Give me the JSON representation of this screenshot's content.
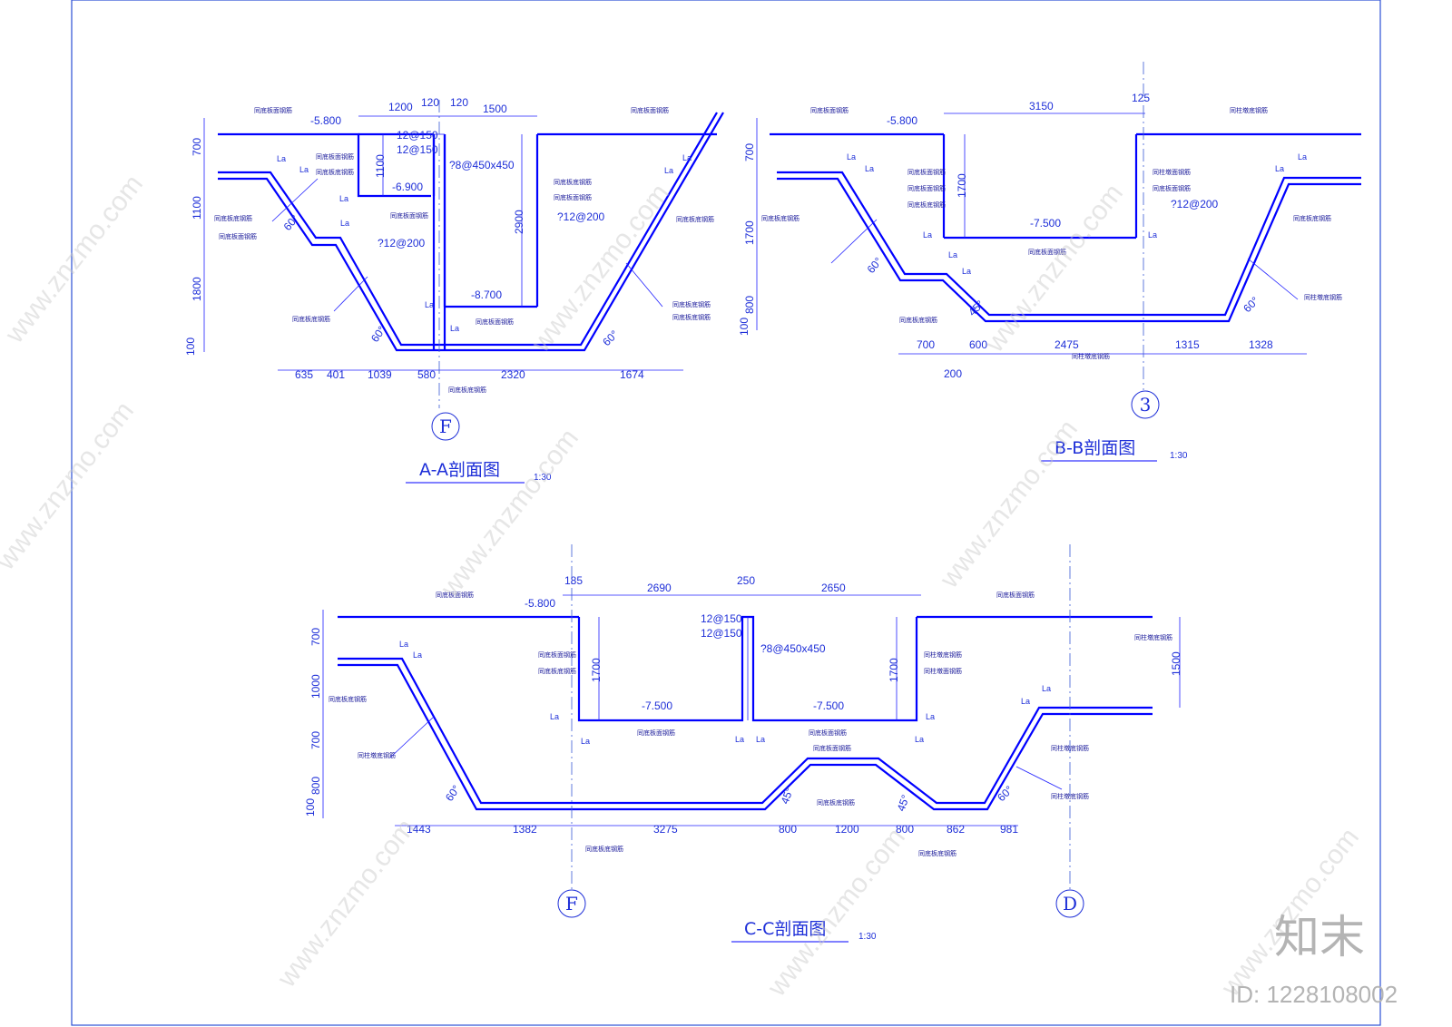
{
  "sections": {
    "aa": {
      "title": "A-A剖面图",
      "scale": "1:30",
      "axis": "F",
      "levels": [
        "-5.800",
        "-6.900",
        "-8.700"
      ],
      "top_dims": [
        "1200",
        "120",
        "120",
        "1500"
      ],
      "left_dims": [
        "700",
        "1100",
        "1800",
        "100"
      ],
      "inner_dims": [
        "1100",
        "2900"
      ],
      "bottom_dims": [
        "635",
        "401",
        "1039",
        "580",
        "2320",
        "1674"
      ],
      "rebar": [
        "12@150",
        "12@150",
        "?8@450x450",
        "?12@200",
        "?12@200"
      ],
      "angles": [
        "60°",
        "60°",
        "60°"
      ],
      "notes": [
        "同底板面钢筋",
        "同底板面钢筋",
        "同底板底钢筋",
        "同底板底钢筋",
        "同底板面钢筋",
        "同底板底钢筋",
        "同底板面钢筋",
        "同底板底钢筋",
        "同底板面钢筋",
        "同底板底钢筋",
        "同底板面钢筋",
        "同底板底钢筋",
        "同底板面钢筋",
        "同底板底钢筋",
        "同底板底钢筋"
      ]
    },
    "bb": {
      "title": "B-B剖面图",
      "scale": "1:30",
      "axis": "3",
      "levels": [
        "-5.800",
        "-7.500"
      ],
      "top_dims": [
        "3150",
        "125"
      ],
      "left_dims": [
        "700",
        "1700",
        "800",
        "100"
      ],
      "inner_dims": [
        "1700"
      ],
      "bottom_dims": [
        "700",
        "600",
        "2475",
        "1315",
        "1328",
        "200"
      ],
      "rebar": [
        "?12@200"
      ],
      "angles": [
        "60°",
        "45°",
        "60°"
      ],
      "notes": [
        "同底板面钢筋",
        "同底板面钢筋",
        "同底板面钢筋",
        "同底板底钢筋",
        "同底板底钢筋",
        "同底板面钢筋",
        "同底板底钢筋",
        "同柱墩底钢筋",
        "同柱墩面钢筋",
        "同底板面钢筋",
        "同底板底钢筋",
        "同柱墩底钢筋",
        "同柱墩底钢筋"
      ]
    },
    "cc": {
      "title": "C-C剖面图",
      "scale": "1:30",
      "axes": [
        "F",
        "D"
      ],
      "levels": [
        "-5.800",
        "-7.500",
        "-7.500"
      ],
      "top_dims": [
        "185",
        "2690",
        "250",
        "2650"
      ],
      "left_dims": [
        "700",
        "1000",
        "700",
        "800",
        "100"
      ],
      "inner_dims": [
        "1700",
        "1700",
        "1500"
      ],
      "bottom_dims": [
        "1443",
        "1382",
        "3275",
        "800",
        "1200",
        "800",
        "862",
        "981"
      ],
      "rebar": [
        "12@150",
        "12@150",
        "?8@450x450"
      ],
      "angles": [
        "60°",
        "45°",
        "45°",
        "60°"
      ],
      "notes": [
        "同底板面钢筋",
        "同底板底钢筋",
        "同柱墩底钢筋",
        "同底板面钢筋",
        "同底板底钢筋",
        "同底板面钢筋",
        "同底板底钢筋",
        "同底板面钢筋",
        "同底板面钢筋",
        "同底板底钢筋",
        "同柱墩底钢筋",
        "同柱墩面钢筋",
        "同底板面钢筋",
        "同柱墩底钢筋",
        "同底板底钢筋",
        "同柱墩底钢筋",
        "同柱墩底钢筋"
      ]
    }
  },
  "la_mark": "La",
  "watermark": {
    "text": "www.znzmo.com",
    "brand": "知末",
    "id": "ID: 1228108002"
  }
}
